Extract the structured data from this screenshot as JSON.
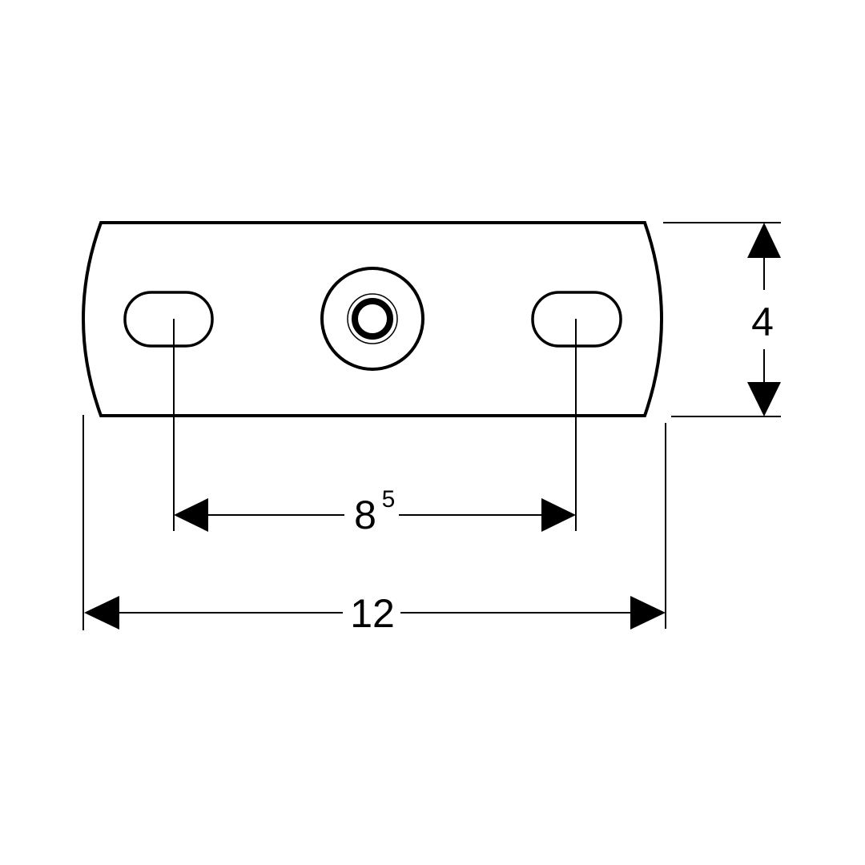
{
  "dimensions": {
    "slot_spacing": {
      "main": "8",
      "superscript": "5"
    },
    "overall_width": "12",
    "height": "4"
  },
  "colors": {
    "line": "#000000",
    "background": "#ffffff"
  }
}
